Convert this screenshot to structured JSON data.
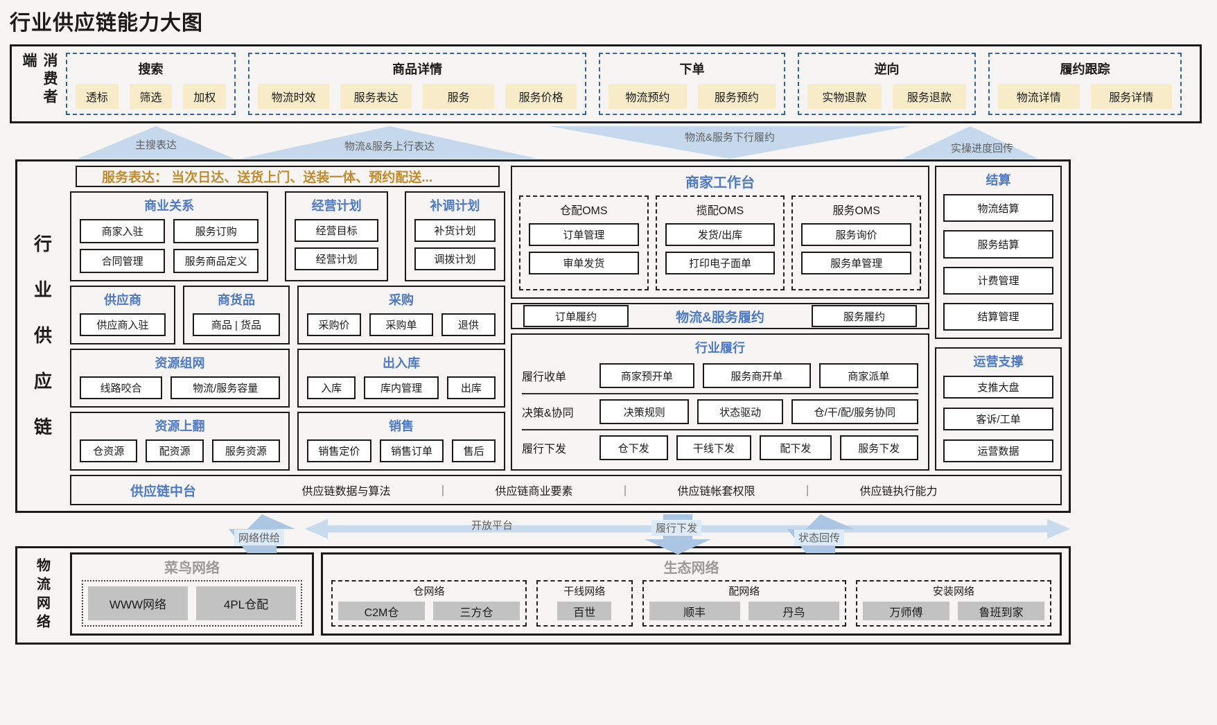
{
  "page_title": "行业供应链能力大图",
  "colors": {
    "heading_blue": "#4e79c7",
    "banner_gold": "#c08b2c",
    "consumer_pill_cream": "#f8ecc8",
    "dashed_border_blue": "#35629c",
    "arrow_light_blue": "#c5d8ec",
    "gray_heading": "#9a9a9a",
    "gray_box": "#c2c2c2"
  },
  "consumer": {
    "side_label": "消费者端",
    "groups": [
      {
        "title": "搜索",
        "items": [
          "透标",
          "筛选",
          "加权"
        ]
      },
      {
        "title": "商品详情",
        "items": [
          "物流时效",
          "服务表达",
          "服务",
          "服务价格"
        ]
      },
      {
        "title": "下单",
        "items": [
          "物流预约",
          "服务预约"
        ]
      },
      {
        "title": "逆向",
        "items": [
          "实物退款",
          "服务退款"
        ]
      },
      {
        "title": "履约跟踪",
        "items": [
          "物流详情",
          "服务详情"
        ]
      }
    ]
  },
  "top_arrows": [
    {
      "label": "主搜表达",
      "direction": "up"
    },
    {
      "label": "物流&服务上行表达",
      "direction": "up"
    },
    {
      "label": "物流&服务下行履约",
      "direction": "down"
    },
    {
      "label": "实操进度回传",
      "direction": "up"
    }
  ],
  "supply": {
    "side_label": "行业供应链",
    "banner": "服务表达： 当次日达、送货上门、送装一体、预约配送...",
    "business": {
      "title": "商业关系",
      "items": [
        "商家入驻",
        "服务订购",
        "合同管理",
        "服务商品定义"
      ]
    },
    "plan": {
      "title": "经营计划",
      "items": [
        "经营目标",
        "经营计划"
      ]
    },
    "replenish": {
      "title": "补调计划",
      "items": [
        "补货计划",
        "调拨计划"
      ]
    },
    "supplier": {
      "title": "供应商",
      "items": [
        "供应商入驻"
      ]
    },
    "goods": {
      "title": "商货品",
      "items": [
        "商品 | 货品"
      ]
    },
    "purchase": {
      "title": "采购",
      "items": [
        "采购价",
        "采购单",
        "退供"
      ]
    },
    "resource_network": {
      "title": "资源组网",
      "items": [
        "线路咬合",
        "物流/服务容量"
      ]
    },
    "warehouse_io": {
      "title": "出入库",
      "items": [
        "入库",
        "库内管理",
        "出库"
      ]
    },
    "resource_up": {
      "title": "资源上翻",
      "items": [
        "仓资源",
        "配资源",
        "服务资源"
      ]
    },
    "sales": {
      "title": "销售",
      "items": [
        "销售定价",
        "销售订单",
        "售后"
      ]
    },
    "workbench": {
      "title": "商家工作台",
      "sections": [
        {
          "title": "仓配OMS",
          "items": [
            "订单管理",
            "审单发货"
          ]
        },
        {
          "title": "揽配OMS",
          "items": [
            "发货/出库",
            "打印电子面单"
          ]
        },
        {
          "title": "服务OMS",
          "items": [
            "服务询价",
            "服务单管理"
          ]
        }
      ]
    },
    "fulfill_bar": {
      "left": "订单履约",
      "title": "物流&服务履约",
      "right": "服务履约"
    },
    "industry": {
      "title": "行业履行",
      "rows": [
        {
          "label": "履行收单",
          "items": [
            "商家预开单",
            "服务商开单",
            "商家派单"
          ]
        },
        {
          "label": "决策&协同",
          "items": [
            "决策规则",
            "状态驱动",
            "仓/干/配/服务协同"
          ]
        },
        {
          "label": "履行下发",
          "items": [
            "仓下发",
            "干线下发",
            "配下发",
            "服务下发"
          ]
        }
      ]
    },
    "settlement": {
      "title": "结算",
      "items": [
        "物流结算",
        "服务结算",
        "计费管理",
        "结算管理"
      ]
    },
    "op_support": {
      "title": "运营支撑",
      "items": [
        "支推大盘",
        "客诉/工单",
        "运营数据"
      ]
    },
    "mid_platform": {
      "title": "供应链中台",
      "separator": "｜",
      "items": [
        "供应链数据与算法",
        "供应链商业要素",
        "供应链帐套权限",
        "供应链执行能力"
      ]
    }
  },
  "bottom_arrows": {
    "network_supply": "网络供给",
    "open_platform": "开放平台",
    "fulfill_dispatch": "履行下发",
    "status_feedback": "状态回传"
  },
  "logistics": {
    "side_label": "物流网络",
    "cainiao": {
      "title": "菜鸟网络",
      "items": [
        "WWW网络",
        "4PL仓配"
      ]
    },
    "ecosystem": {
      "title": "生态网络",
      "groups": [
        {
          "title": "仓网络",
          "items": [
            "C2M仓",
            "三方仓"
          ]
        },
        {
          "title": "干线网络",
          "items": [
            "百世"
          ]
        },
        {
          "title": "配网络",
          "items": [
            "顺丰",
            "丹鸟"
          ]
        },
        {
          "title": "安装网络",
          "items": [
            "万师傅",
            "鲁班到家"
          ]
        }
      ]
    }
  }
}
